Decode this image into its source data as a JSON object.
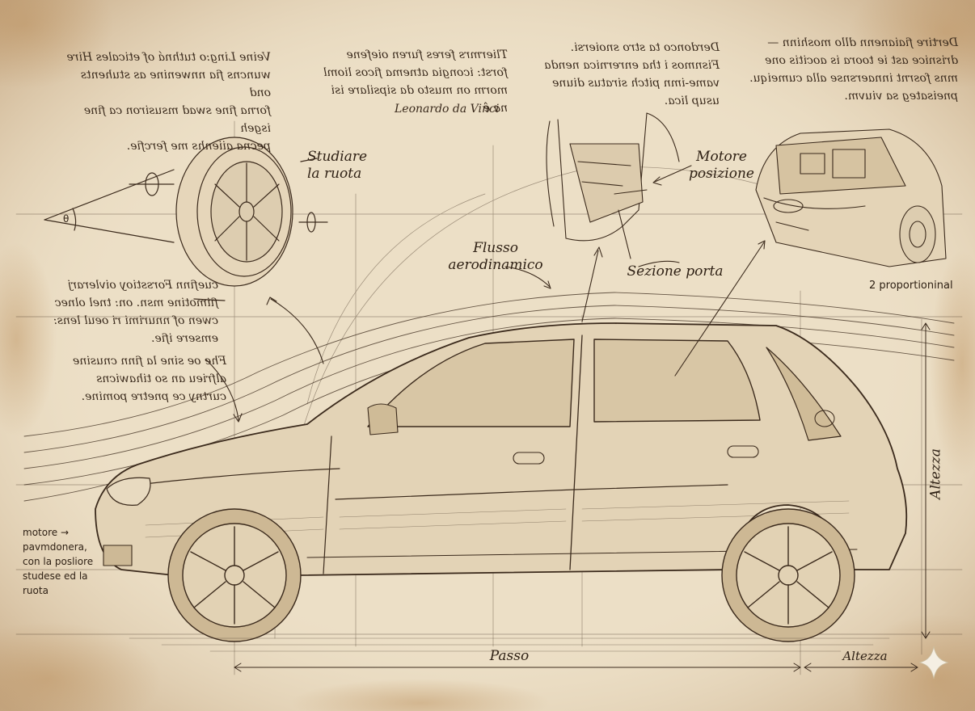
{
  "notes": {
    "top_left": "Veine Ling:o tuthná of eticales Hire\nwuncns fia nnwenine as stuhents ond\nforna fine swad msusiron ca fine isgeh\npecna aiienhs me fercfie.",
    "top_center": "Tliermrs feres furen oiefene\nforst: icongia atnema ficos lioml\nmorm on musto da sipsilare isi na ê",
    "top_center_signature": "Leonardo da Vinci",
    "top_mid_right": "Derdonco ta stro snoiersi.\nFisnmos i tha enrernica nenda\nvame-imn pitch siratus diune\nusup lica.",
    "top_right": "Dertire fiaianenn dllo moshinn —\ndrisnice ast ie toora is aocitis one\nmns fosrnt innaersnse alla cumeiqu.\npneisateg sa viuvm.",
    "left_mid_1": "cuefinn Forsstioy oivlerarj\nfiimotine msn. on: tnel olnec\ncwen of nnurimi ri oeul lens:\nemsere ifie.",
    "left_mid_2": "Fhe oe sine la finn cnusine\nalfrieu an so tihawicns\ncurtny ce pnetre pomine.",
    "left_bottom": "motore →\npavmdonera,\ncon la posliore\nstudese ed la\nruota"
  },
  "labels": {
    "wheel_study": "Studiare\nla ruota",
    "aero_flow": "Flusso\naerodinamico",
    "door_section": "Sezione porta",
    "engine_position": "Motore\nposizione",
    "proportion": "2 proportioninal",
    "wheelbase": "Passo",
    "height_vertical": "Altezza",
    "height_bottom": "Altezza",
    "angle_symbol": "θ"
  },
  "colors": {
    "paper": "#e9dcc3",
    "ink": "#3b2a1c",
    "stain": "#b98c57"
  }
}
